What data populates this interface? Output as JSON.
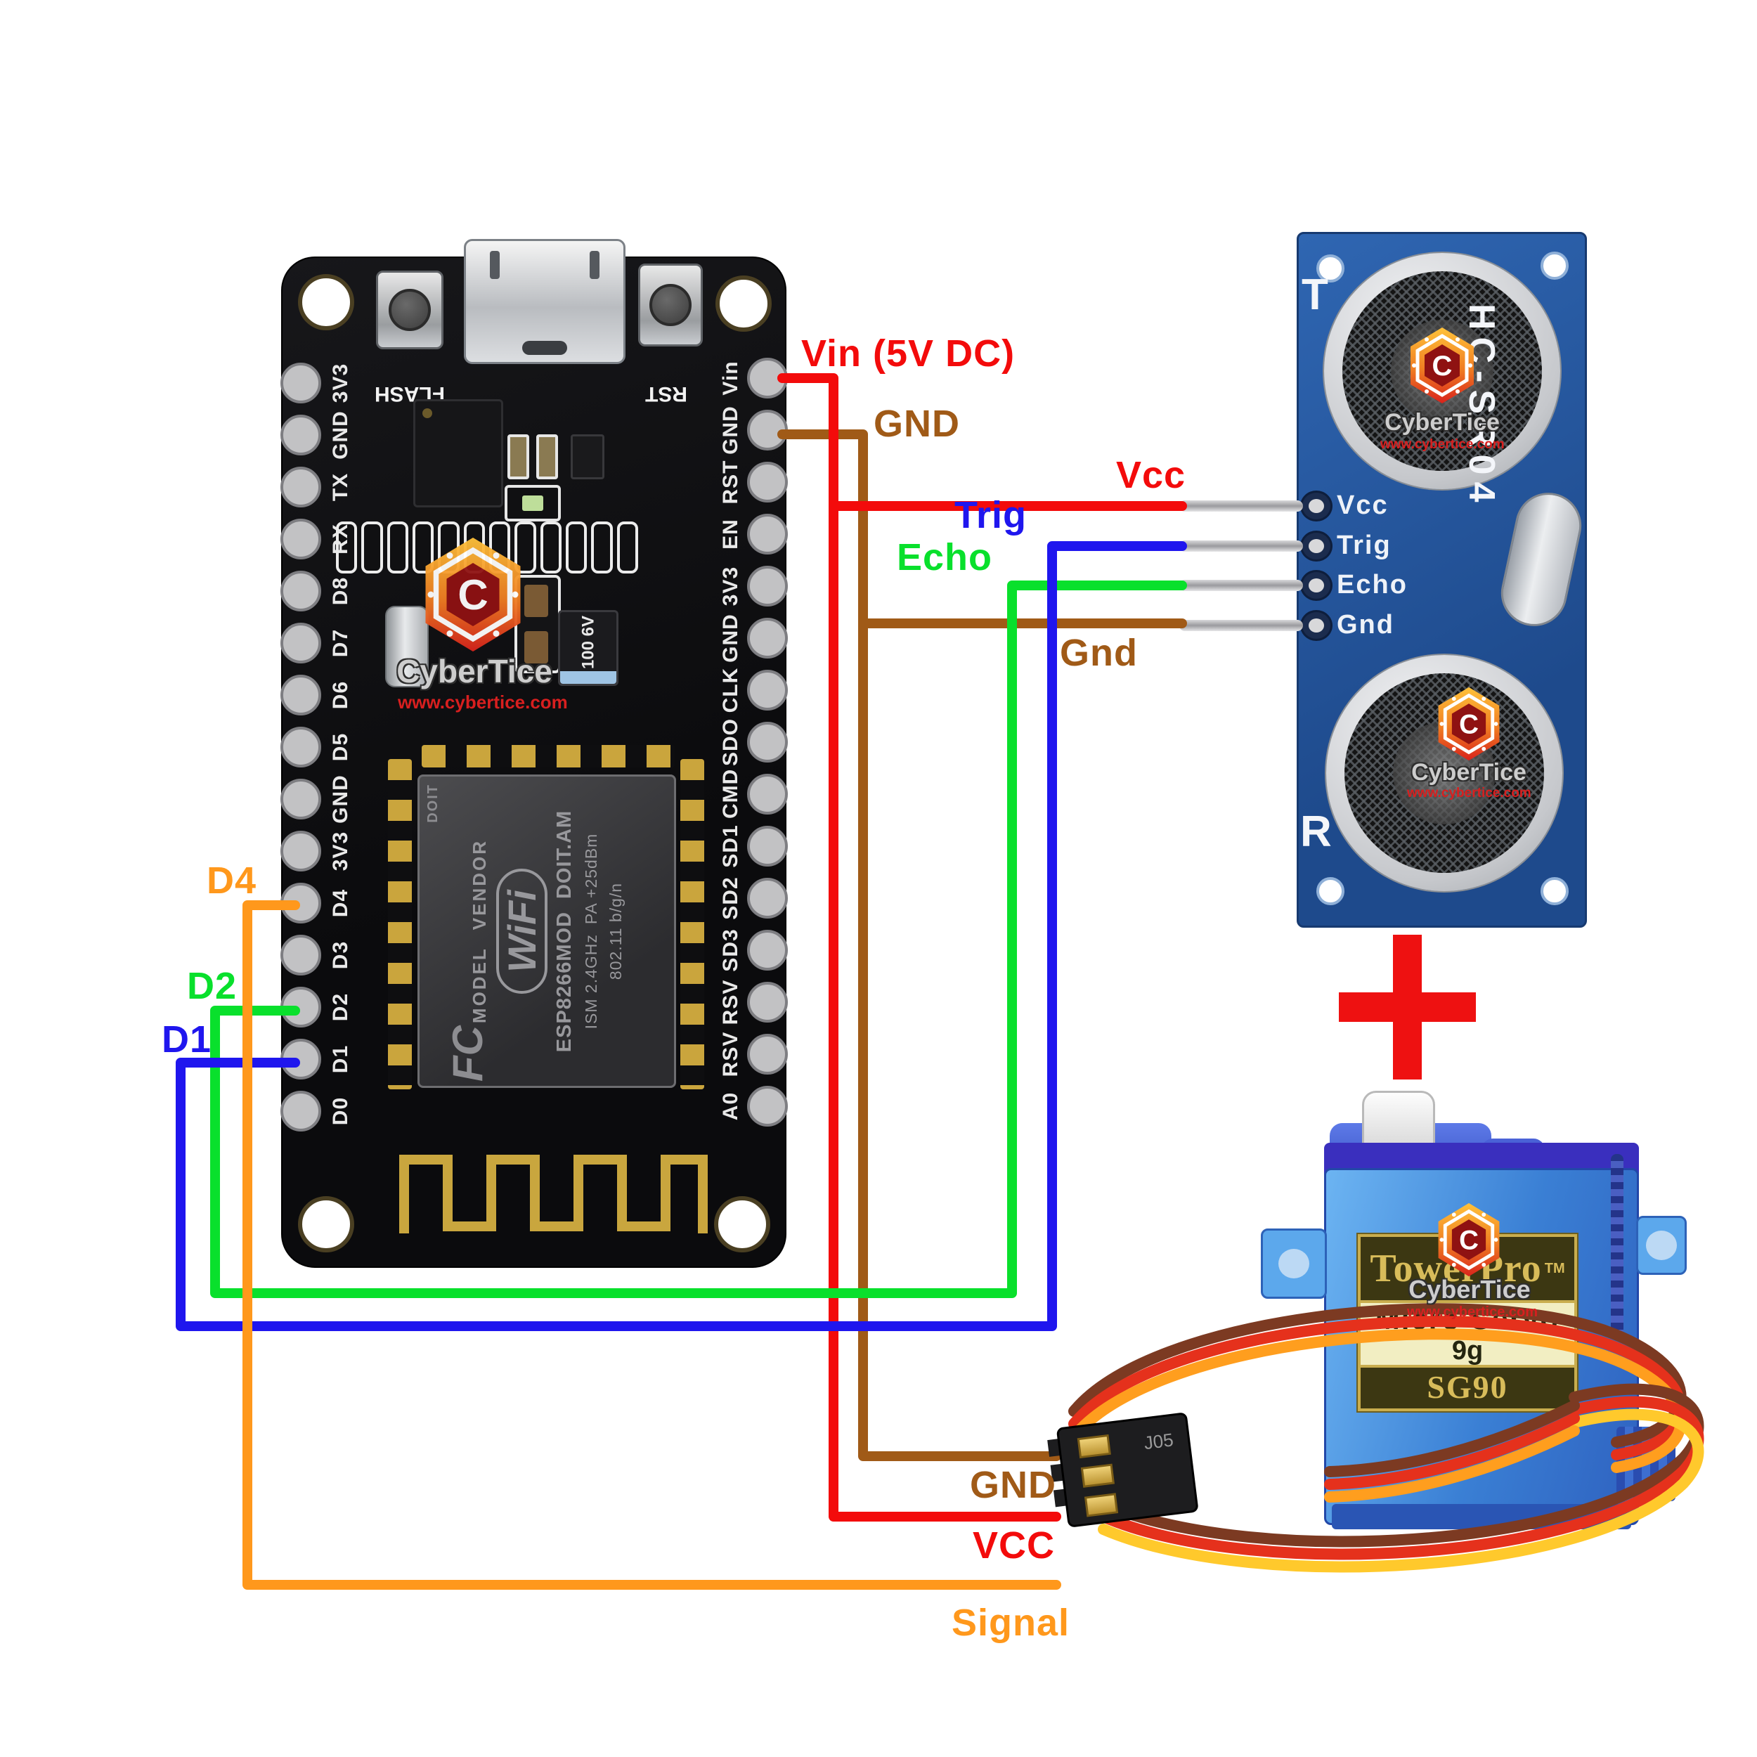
{
  "colors": {
    "wire_red": "#f30b0b",
    "wire_brown": "#a05a17",
    "wire_blue": "#1f16ee",
    "wire_green": "#09e02c",
    "wire_orange": "#ff981c",
    "sensor_pcb_blue": "#2a5da9",
    "servo_blue": "#4694e4",
    "plus_red": "#ee1111",
    "pad_gold": "#caa53d"
  },
  "watermark": {
    "brand": "CyberTice",
    "url": "www.cybertice.com"
  },
  "nodemcu": {
    "flash_button": "FLASH",
    "reset_button": "RST",
    "left_pins": [
      "3V3",
      "GND",
      "TX",
      "RX",
      "D8",
      "D7",
      "D6",
      "D5",
      "GND",
      "3V3",
      "D4",
      "D3",
      "D2",
      "D1",
      "D0"
    ],
    "right_pins": [
      "Vin",
      "GND",
      "RST",
      "EN",
      "3V3",
      "GND",
      "CLK",
      "SDO",
      "CMD",
      "SD1",
      "SD2",
      "SD3",
      "RSV",
      "RSV",
      "A0"
    ],
    "module": {
      "fcc": "FC",
      "doit": "DOIT",
      "model": "MODEL",
      "vendor": "VENDOR",
      "wifi": "WiFi",
      "chip": "ESP8266MOD",
      "maker": "DOIT.AM",
      "ism": "ISM 2.4GHz",
      "pa": "PA +25dBm",
      "standard": "802.11 b/g/n"
    },
    "capacitor": {
      "value": "100",
      "voltage": "6V"
    }
  },
  "sensor": {
    "model": "HC-SR04",
    "transmitter": "T",
    "receiver": "R",
    "pins": [
      "Vcc",
      "Trig",
      "Echo",
      "Gnd"
    ]
  },
  "servo": {
    "brand": "TowerPro",
    "trademark": "TM",
    "type": "Micro Servo",
    "weight": "9g",
    "model": "SG90",
    "connector_code": "J05"
  },
  "plus_symbol": "+",
  "wires": {
    "vin": "Vin (5V DC)",
    "gnd_top": "GND",
    "vcc_sensor": "Vcc",
    "trig": "Trig",
    "echo": "Echo",
    "gnd_sensor": "Gnd",
    "d4": "D4",
    "d2": "D2",
    "d1": "D1",
    "gnd_servo": "GND",
    "vcc_servo": "VCC",
    "signal": "Signal"
  }
}
